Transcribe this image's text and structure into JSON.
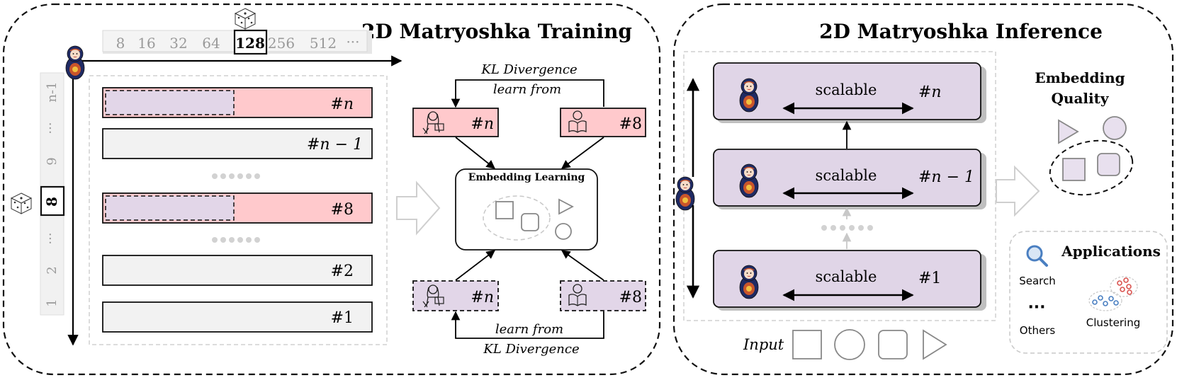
{
  "training": {
    "title": "2D Matryoshka Training",
    "dims": [
      "8",
      "16",
      "32",
      "64",
      "128",
      "256",
      "512",
      "···"
    ],
    "selected_dim": "128",
    "layers": [
      "1",
      "2",
      "···",
      "8",
      "9",
      "···",
      "n-1"
    ],
    "selected_layer": "8",
    "bars": [
      "#n",
      "#n − 1",
      "#8",
      "#2",
      "#1"
    ],
    "kl_top": "KL Divergence",
    "learn_top": "learn from",
    "learn_bottom": "learn from",
    "kl_bottom": "KL Divergence",
    "teacher_label": "#n",
    "student_label": "#8",
    "embedding_learning": "Embedding Learning"
  },
  "inference": {
    "title": "2D Matryoshka Inference",
    "layers": [
      {
        "scalable": "scalable",
        "label": "#n"
      },
      {
        "scalable": "scalable",
        "label": "#n − 1"
      },
      {
        "scalable": "scalable",
        "label": "#1"
      }
    ],
    "quality_line1": "Embedding",
    "quality_line2": "Quality",
    "applications": "Applications",
    "search": "Search",
    "clustering": "Clustering",
    "others": "Others",
    "others_dots": "···",
    "input": "Input"
  },
  "colors": {
    "bar_pink": "#ffc9cc",
    "bar_purple": "#e2d6e8",
    "bar_gray": "#f2f2f2",
    "strip_gray": "#e6e6e6",
    "layer_fill": "#e0d5e7",
    "shape_fill": "#e8e0ee",
    "search_blue": "#4a7fc1",
    "cluster_red": "#d9534f"
  }
}
